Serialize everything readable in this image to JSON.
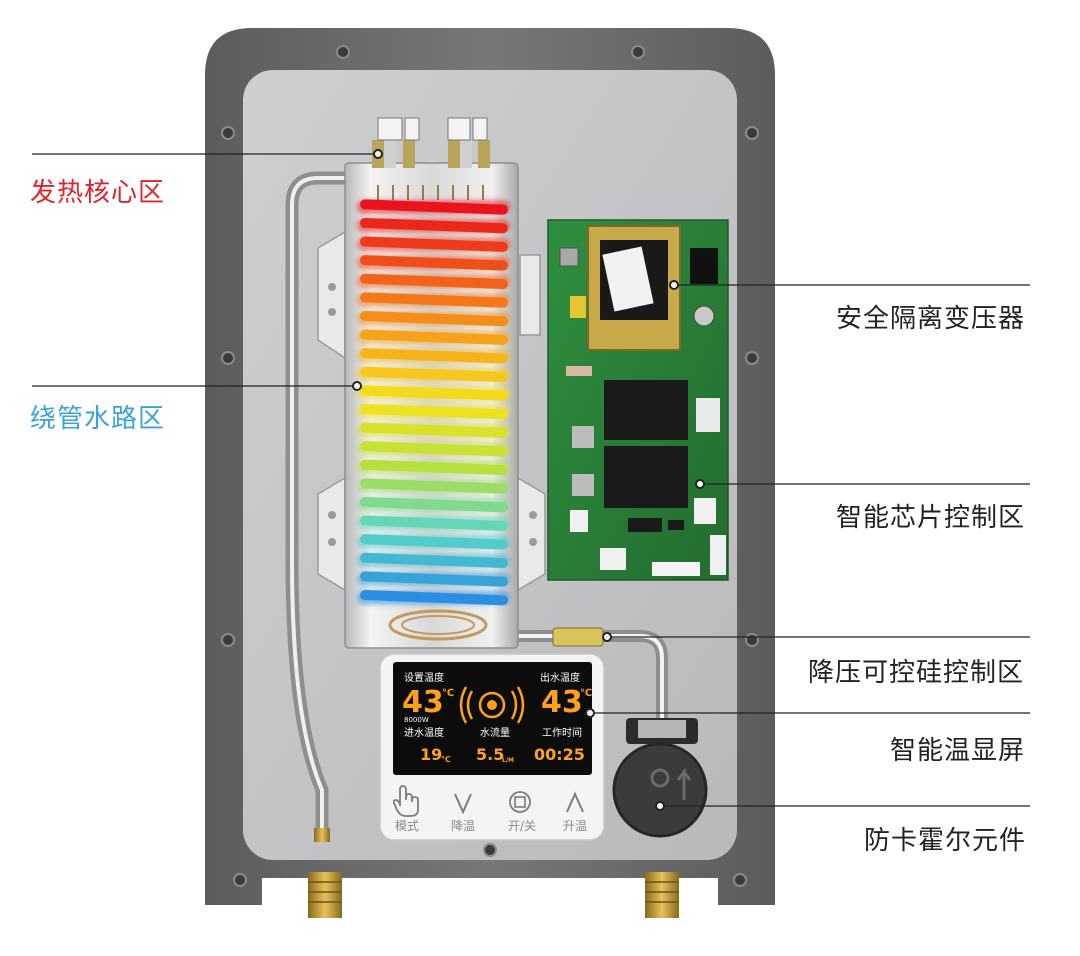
{
  "callouts": {
    "heating_core": {
      "label": "发热核心区",
      "color": "#e0242c"
    },
    "water_path": {
      "label": "绕管水路区",
      "color": "#3aa3dc"
    },
    "transformer": {
      "label": "安全隔离变压器",
      "color": "#222222"
    },
    "chip_control": {
      "label": "智能芯片控制区",
      "color": "#222222"
    },
    "scr_control": {
      "label": "降压可控硅控制区",
      "color": "#222222"
    },
    "smart_display": {
      "label": "智能温显屏",
      "color": "#222222"
    },
    "hall_sensor": {
      "label": "防卡霍尔元件",
      "color": "#222222"
    }
  },
  "display": {
    "set_temp_label": "设置温度",
    "set_temp_value": "43",
    "set_temp_unit": "℃",
    "out_temp_label": "出水温度",
    "out_temp_value": "43",
    "out_temp_unit": "℃",
    "power": "8000W",
    "in_temp_label": "进水温度",
    "in_temp_value": "19",
    "in_temp_unit": "℃",
    "flow_label": "水流量",
    "flow_value": "5.5",
    "flow_unit": "L/M",
    "time_label": "工作时间",
    "time_value": "00:25",
    "lcd_accent": "#ffa21a"
  },
  "buttons": [
    {
      "label": "模式",
      "icon": "hand-icon"
    },
    {
      "label": "降温",
      "icon": "chevron-down-icon"
    },
    {
      "label": "开/关",
      "icon": "power-icon"
    },
    {
      "label": "升温",
      "icon": "chevron-up-icon"
    }
  ],
  "colors": {
    "housing": "#6d6d6e",
    "backplate": "#c3c3c5",
    "pcb": "#2f8a3c",
    "heater_gradient": [
      "#e8141c",
      "#f0581a",
      "#f7a21b",
      "#f5e21c",
      "#b6e040",
      "#58d6c8",
      "#2a8fe0"
    ]
  }
}
